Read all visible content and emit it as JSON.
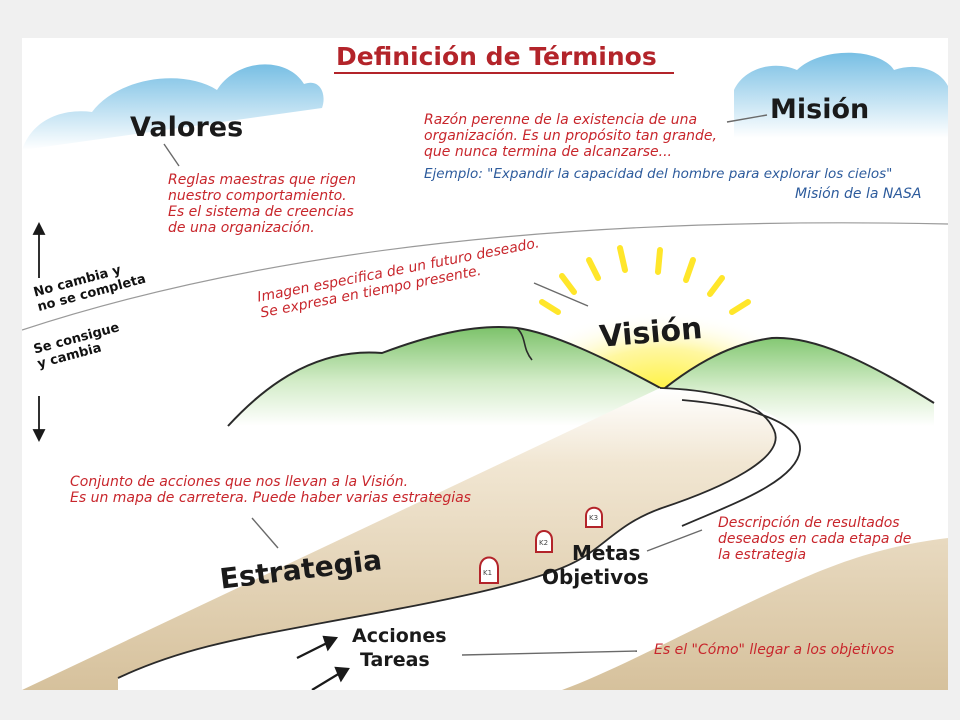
{
  "title": "Definición de Términos",
  "valores": {
    "heading": "Valores",
    "definition": [
      "Reglas maestras que rigen",
      "nuestro comportamiento.",
      "Es el sistema de creencias",
      "de una organización."
    ]
  },
  "mision": {
    "heading": "Misión",
    "definition": [
      "Razón perenne de la existencia de una",
      "organización. Es un propósito tan grande,",
      "que nunca termina de alcanzarse..."
    ],
    "example": "Ejemplo: \"Expandir la capacidad del hombre para explorar los cielos\"",
    "example_source": "Misión de la NASA"
  },
  "vision": {
    "heading": "Visión",
    "definition": [
      "Imagen especifica de un futuro deseado.",
      "Se expresa en tiempo presente."
    ]
  },
  "estrategia": {
    "heading": "Estrategia",
    "definition": [
      "Conjunto de acciones que nos llevan a la Visión.",
      "Es un mapa de carretera. Puede haber varias estrategias"
    ]
  },
  "metas": {
    "heading": [
      "Metas",
      "Objetivos"
    ],
    "definition": [
      "Descripción de resultados",
      "deseados en cada etapa de",
      "la estrategia"
    ]
  },
  "acciones": {
    "heading": [
      "Acciones",
      "Tareas"
    ],
    "definition": "Es el \"Cómo\" llegar a los objetivos"
  },
  "side_labels": {
    "upper": [
      "No cambia y",
      "no se completa"
    ],
    "lower": [
      "Se consigue",
      "y cambia"
    ]
  },
  "markers": [
    "K1",
    "K2",
    "K3"
  ],
  "colors": {
    "title_red": "#b3242a",
    "definition_red": "#c8262c",
    "example_blue": "#2d5b9c",
    "hill_green": "#7cc26a",
    "sun_yellow": "#ffe62a",
    "road_sand": "#dcc9a9",
    "cloud_blue": "#7fc2e6"
  }
}
